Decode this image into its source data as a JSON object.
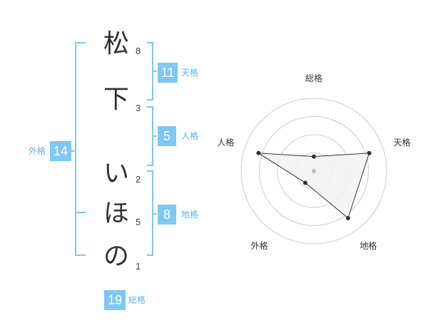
{
  "name": {
    "characters": [
      {
        "char": "松",
        "strokes": "8"
      },
      {
        "char": "下",
        "strokes": "3"
      },
      {
        "char": "い",
        "strokes": "2"
      },
      {
        "char": "ほ",
        "strokes": "5"
      },
      {
        "char": "の",
        "strokes": "1"
      }
    ]
  },
  "fortune": {
    "tenkaku": {
      "value": "11",
      "label": "天格"
    },
    "jinkaku": {
      "value": "5",
      "label": "人格"
    },
    "chikaku": {
      "value": "8",
      "label": "地格"
    },
    "gaikaku": {
      "value": "14",
      "label": "外格"
    },
    "soukaku": {
      "value": "19",
      "label": "総格"
    }
  },
  "colors": {
    "accent": "#7fc7f4",
    "bracket": "#7fc7f4",
    "label": "#5cb3e8",
    "radar_fill": "#f2f2f2",
    "radar_stroke": "#333333"
  },
  "chart_data": {
    "type": "radar",
    "axes": [
      "総格",
      "天格",
      "地格",
      "外格",
      "人格"
    ],
    "values": [
      1,
      4,
      4,
      1,
      4
    ],
    "range": [
      0,
      5
    ],
    "rings": 4
  }
}
